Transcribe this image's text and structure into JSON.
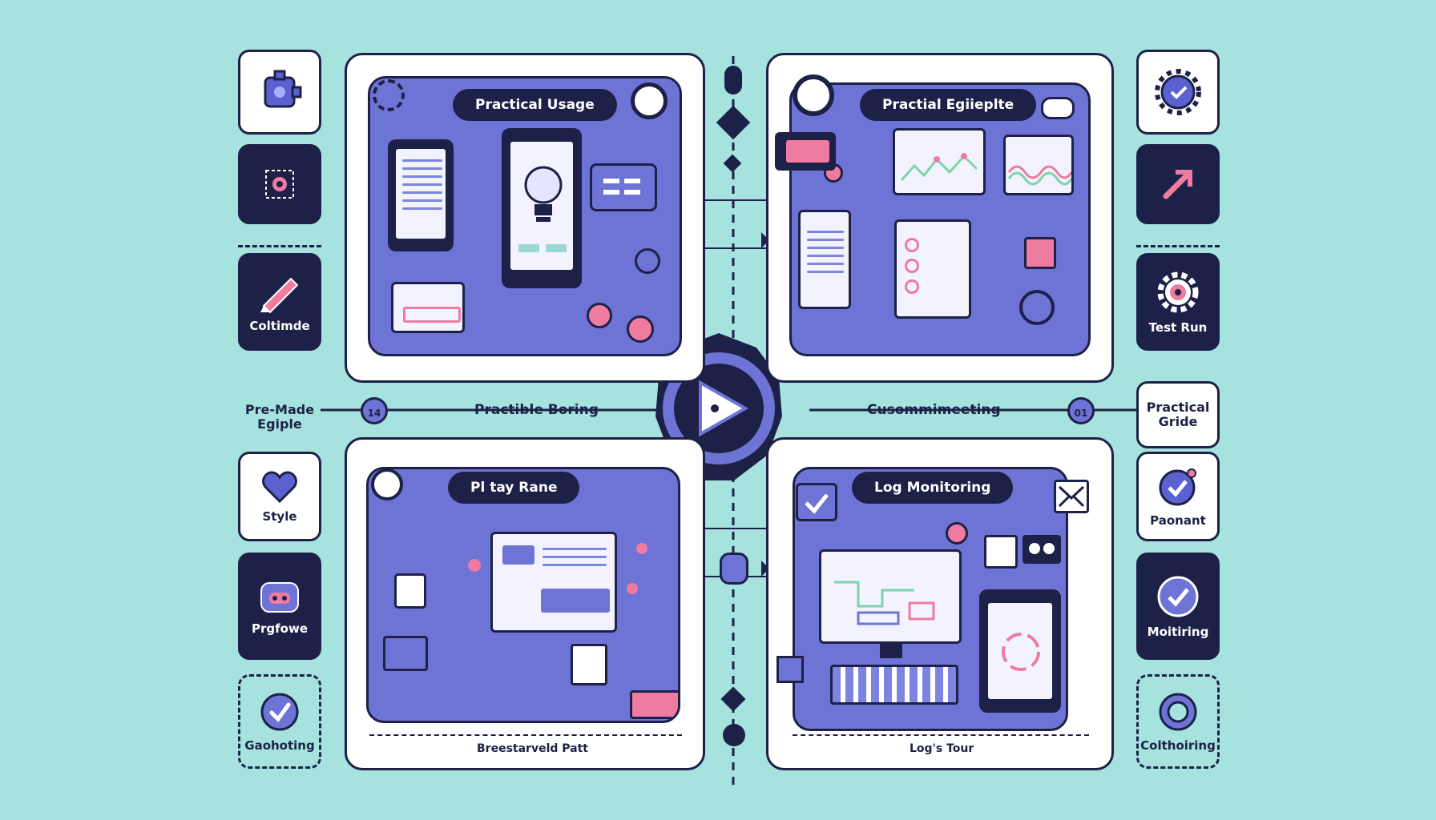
{
  "left_column": {
    "items": [
      {
        "label": "",
        "icon": "puzzle-gear-icon"
      },
      {
        "label": "",
        "icon": "target-icon"
      },
      {
        "label": "Coltimde",
        "icon": "pencil-icon"
      },
      {
        "label": "Pre-Made Egiple",
        "icon": ""
      },
      {
        "label": "Style",
        "icon": "heart-icon"
      },
      {
        "label": "Prgfowe",
        "icon": "bot-face-icon"
      },
      {
        "label": "Gaohoting",
        "icon": "check-circle-icon"
      }
    ]
  },
  "right_column": {
    "items": [
      {
        "label": "",
        "icon": "gear-check-icon"
      },
      {
        "label": "",
        "icon": "arrow-up-right-icon"
      },
      {
        "label": "Test Run",
        "icon": "gear-target-icon"
      },
      {
        "label": "Practical Gride",
        "icon": ""
      },
      {
        "label": "Paonant",
        "icon": "check-badge-icon"
      },
      {
        "label": "Moitiring",
        "icon": "check-shield-icon"
      },
      {
        "label": "Colthoiring",
        "icon": "target-icon"
      }
    ]
  },
  "panels": {
    "top_left": {
      "title": "Practical Usage"
    },
    "top_right": {
      "title": "Practial Egiieplte"
    },
    "bottom_left": {
      "title": "Pl tay Rane",
      "footer": "Breestarveld Patt"
    },
    "bottom_right": {
      "title": "Log Monitoring",
      "footer": "Log's Tour"
    }
  },
  "center": {
    "left_label": "Practible Boring",
    "right_label": "Cusommimeeting",
    "left_badge": "14",
    "right_badge": "01",
    "play_icon": "play-icon"
  },
  "colors": {
    "background": "#a6e3df",
    "navy": "#1d2147",
    "accent": "#6e73d6",
    "pink": "#f07ba0"
  }
}
